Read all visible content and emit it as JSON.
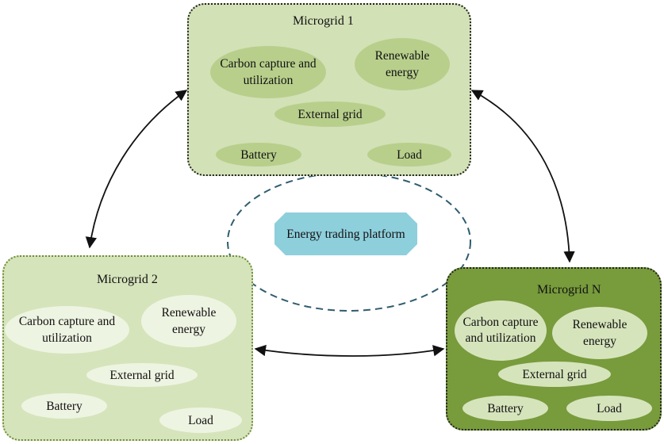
{
  "microgrids": [
    {
      "title": "Microgrid 1",
      "carbon": "Carbon capture and utilization",
      "renewable": "Renewable energy",
      "external": "External grid",
      "battery": "Battery",
      "load": "Load"
    },
    {
      "title": "Microgrid 2",
      "carbon": "Carbon capture and utilization",
      "renewable": "Renewable energy",
      "external": "External grid",
      "battery": "Battery",
      "load": "Load"
    },
    {
      "title": "Microgrid N",
      "carbon": "Carbon capture and utilization",
      "renewable": "Renewable energy",
      "external": "External grid",
      "battery": "Battery",
      "load": "Load"
    }
  ],
  "platform": {
    "label": "Energy trading platform"
  },
  "colors": {
    "microgrid_1_fill": "#d3e1b7",
    "microgrid_2_fill": "#d6e4bc",
    "microgrid_n_fill": "#789b3c",
    "platform_fill": "#8ecfdc",
    "platform_ellipse_stroke": "#2f5d6e"
  }
}
